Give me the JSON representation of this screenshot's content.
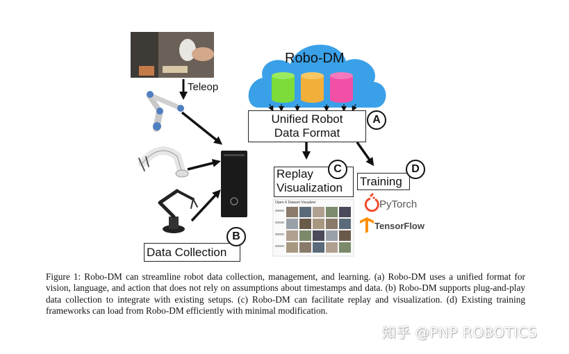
{
  "figure": {
    "cloud_title": "Robo-DM",
    "teleop_label": "Teleop",
    "unified_box": {
      "line1": "Unified Robot",
      "line2": "Data Format"
    },
    "replay_box": {
      "line1": "Replay",
      "line2": "Visualization"
    },
    "training_box": "Training",
    "data_collection_box": "Data Collection",
    "badges": {
      "a": "A",
      "b": "B",
      "c": "C",
      "d": "D"
    },
    "frameworks": {
      "pytorch": "PyTorch",
      "tensorflow": "TensorFlow"
    },
    "visualizer_title": "Open-X Dataset Visualizer",
    "colors": {
      "cloud": "#3aa0e8",
      "db_green": "#7ddc3a",
      "db_orange": "#f2b03a",
      "db_pink": "#f24fa6",
      "pytorch": "#ee4c2c",
      "tensorflow": "#ff8f00"
    }
  },
  "caption": "Figure 1: Robo-DM can streamline robot data collection, management, and learning. (a) Robo-DM uses a unified format for vision, language, and action that does not rely on assumptions about timestamps and data. (b) Robo-DM supports plug-and-play data collection to integrate with existing setups. (c) Robo-DM can facilitate replay and visualization. (d) Existing training frameworks can load from Robo-DM efficiently with minimal modification.",
  "watermark": "知乎 @PNP ROBOTICS"
}
